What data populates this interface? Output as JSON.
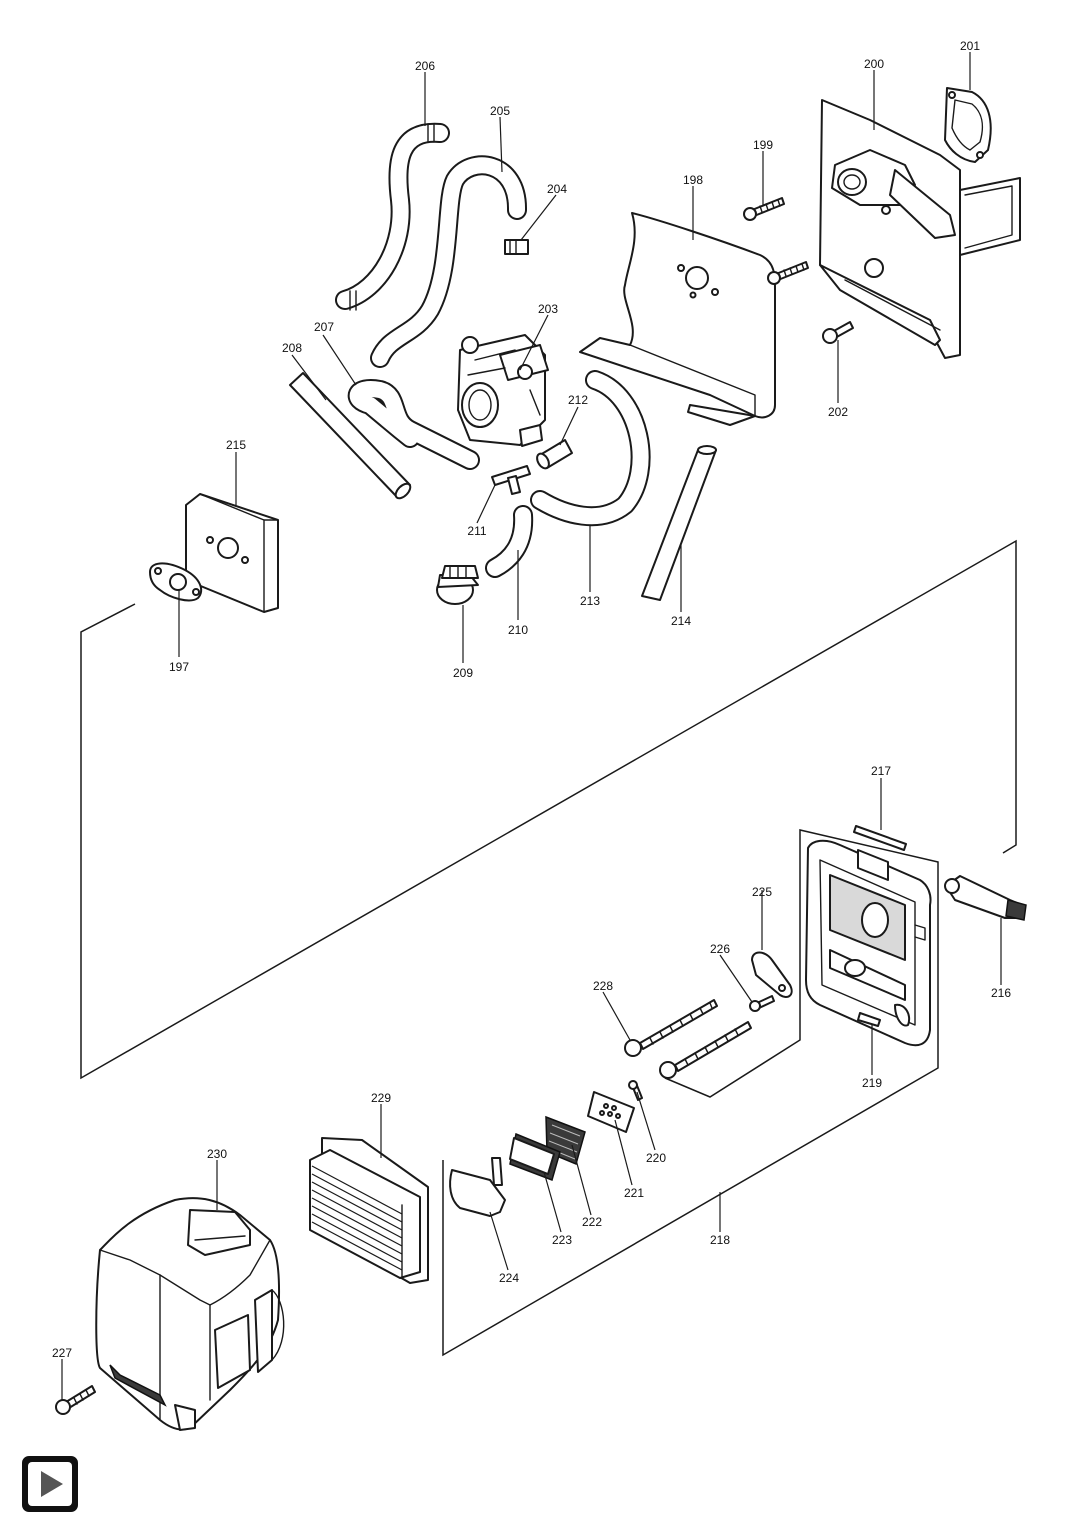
{
  "callouts": {
    "c197": "197",
    "c198": "198",
    "c199": "199",
    "c200": "200",
    "c201": "201",
    "c202": "202",
    "c203": "203",
    "c204": "204",
    "c205": "205",
    "c206": "206",
    "c207": "207",
    "c208": "208",
    "c209": "209",
    "c210": "210",
    "c211": "211",
    "c212": "212",
    "c213": "213",
    "c214": "214",
    "c215": "215",
    "c216": "216",
    "c217": "217",
    "c218": "218",
    "c219": "219",
    "c220": "220",
    "c221": "221",
    "c222": "222",
    "c223": "223",
    "c224": "224",
    "c225": "225",
    "c226": "226",
    "c227": "227",
    "c228": "228",
    "c229": "229",
    "c230": "230"
  },
  "controls": {
    "play_icon": "play-icon"
  }
}
